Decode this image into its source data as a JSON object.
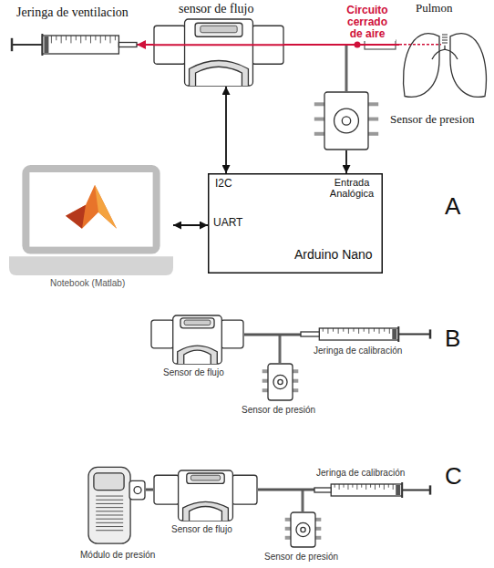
{
  "diagram": {
    "nodes": [
      {
        "text": [
          "Jeringa de ventilacion"
        ]
      },
      {
        "text": [
          "sensor de flujo"
        ]
      },
      {
        "text": [
          "Pulmon"
        ]
      },
      {
        "text": [
          "Sensor de presion"
        ]
      },
      {
        "text": [
          "I2C",
          "Entrada Analógica",
          "UART",
          "Arduino Nano"
        ]
      },
      {
        "text": [
          "Notebook (Matlab)"
        ]
      },
      {
        "text": [
          "Sensor de flujo"
        ]
      },
      {
        "text": [
          "Jeringa de calibración"
        ]
      },
      {
        "text": [
          "Sensor de presión"
        ]
      },
      {
        "text": [
          "Módulo de presión"
        ]
      },
      {
        "text": [
          "Sensor de flujo"
        ]
      },
      {
        "text": [
          "Jeringa de calibración"
        ]
      },
      {
        "text": [
          "Sensor de presión"
        ]
      }
    ],
    "edges": [
      {
        "from": 1,
        "to": 4,
        "arrow": "both"
      },
      {
        "from": 3,
        "to": 4,
        "arrow": "to"
      },
      {
        "from": 5,
        "to": 4,
        "arrow": "both"
      },
      {
        "from": 1,
        "to": 0,
        "arrow": "to"
      },
      {
        "from": 1,
        "to": 2,
        "arrow": "none"
      },
      {
        "from": 6,
        "to": 7,
        "arrow": "none"
      },
      {
        "from": 9,
        "to": 10,
        "arrow": "none"
      },
      {
        "from": 10,
        "to": 11,
        "arrow": "none"
      }
    ],
    "labels": [
      "Circuito cerrado de aire",
      "A",
      "B",
      "C"
    ]
  }
}
